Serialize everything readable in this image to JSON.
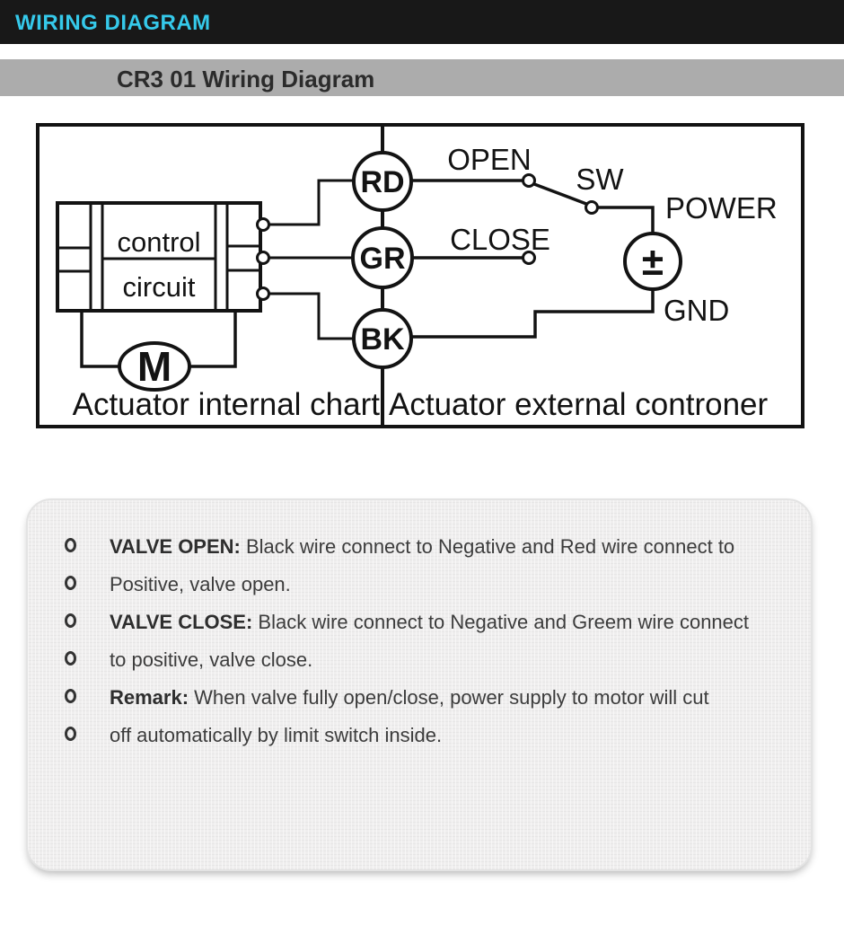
{
  "header": {
    "title": "WIRING DIAGRAM"
  },
  "subheader": {
    "title": "CR3 01 Wiring Diagram"
  },
  "diagram": {
    "labels": {
      "control_line1": "control",
      "control_line2": "circuit",
      "motor": "M",
      "wire_red": "RD",
      "wire_green": "GR",
      "wire_black": "BK",
      "open": "OPEN",
      "close": "CLOSE",
      "switch": "SW",
      "power": "POWER",
      "gnd": "GND",
      "power_symbol": "±",
      "internal": "Actuator internal chart",
      "external": "Actuator external controner"
    }
  },
  "notes": {
    "items": [
      {
        "bold": "VALVE OPEN:",
        "text": " Black wire connect to Negative and Red wire connect to"
      },
      {
        "bold": "",
        "text": "Positive, valve open."
      },
      {
        "bold": "VALVE CLOSE:",
        "text": " Black wire connect to Negative and Greem wire connect"
      },
      {
        "bold": "",
        "text": "to positive, valve close."
      },
      {
        "bold": "Remark:",
        "text": " When valve fully open/close, power supply to motor will cut"
      },
      {
        "bold": "",
        "text": "off automatically by limit switch inside."
      }
    ]
  },
  "colors": {
    "banner_bg": "#181818",
    "banner_text": "#35c9ea",
    "subbanner_bg": "#acacac",
    "diagram_line": "#131313",
    "note_bg": "#efeeee"
  }
}
